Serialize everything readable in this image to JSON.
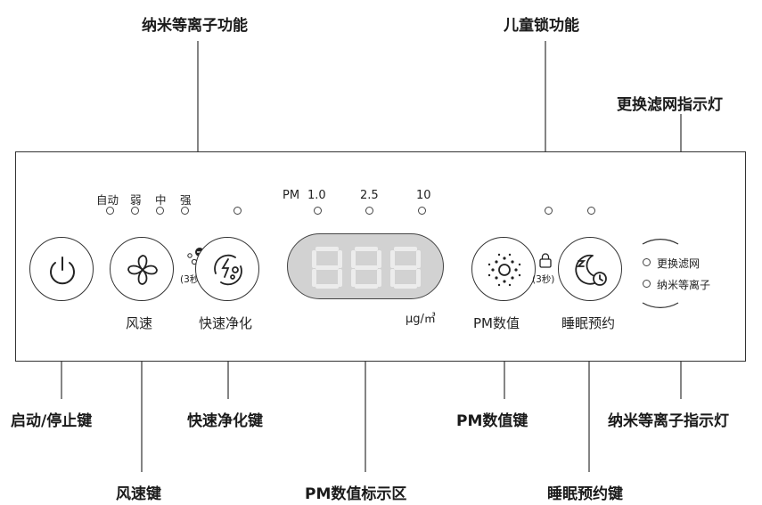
{
  "callouts": {
    "nano_ion_function": "纳米等离子功能",
    "child_lock_function": "儿童锁功能",
    "filter_replace_indicator": "更换滤网指示灯",
    "power_key": "启动/停止键",
    "fast_purify_key": "快速净化键",
    "pm_value_key": "PM数值键",
    "nano_ion_indicator": "纳米等离子指示灯",
    "fan_speed_key": "风速键",
    "pm_display_area": "PM数值标示区",
    "sleep_schedule_key": "睡眠预约键"
  },
  "panel": {
    "speed_levels": [
      "自动",
      "弱",
      "中",
      "强"
    ],
    "pm_label": "PM",
    "pm_sizes": [
      "1.0",
      "2.5",
      "10"
    ],
    "hold_3s_left": "(3秒)",
    "hold_3s_right": "(3秒)",
    "fan_speed_label": "风速",
    "fast_purify_label": "快速净化",
    "unit": "μg/㎥",
    "pm_value_label": "PM数值",
    "sleep_label": "睡眠预约",
    "indicator_filter": "更换滤网",
    "indicator_nano": "纳米等离子"
  },
  "colors": {
    "line": "#333333",
    "display_bg": "#d2d2d2",
    "segment": "#ececec"
  },
  "icons": [
    "power-icon",
    "fan-icon",
    "fast-purify-icon",
    "pm-sensor-icon",
    "sleep-moon-icon",
    "lock-icon",
    "nano-ion-icon"
  ]
}
